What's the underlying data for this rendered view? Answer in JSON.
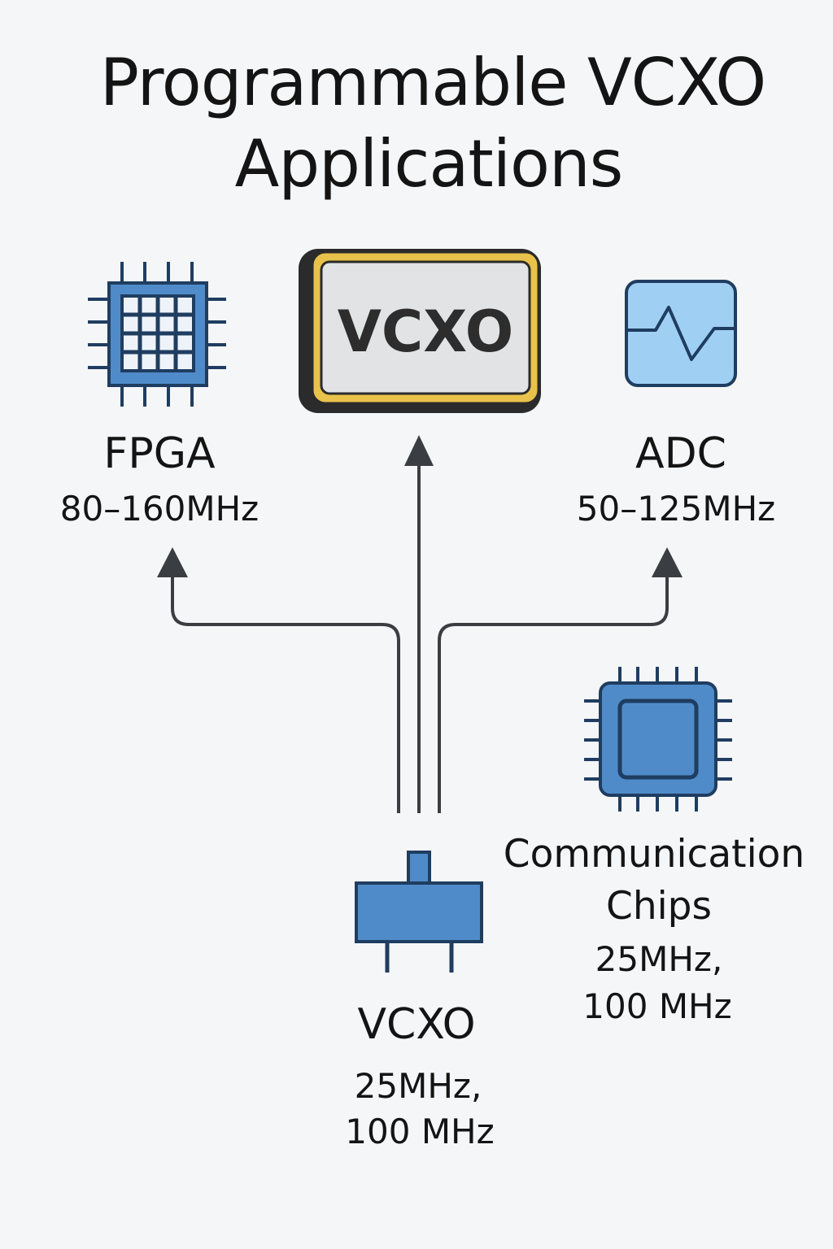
{
  "title": {
    "line1": "Programmable VCXO",
    "line2": "Applications"
  },
  "center_chip": {
    "label": "VCXO"
  },
  "nodes": {
    "fpga": {
      "name": "FPGA",
      "freq": "80–160MHz"
    },
    "adc": {
      "name": "ADC",
      "freq": "50–125MHz"
    },
    "comm": {
      "name_line1": "Communication",
      "name_line2": "Chips",
      "freq_line1": "25MHz,",
      "freq_line2": "100 MHz"
    },
    "vcxo": {
      "name": "VCXO",
      "freq_line1": "25MHz,",
      "freq_line2": "100 MHz"
    }
  },
  "colors": {
    "chip_blue": "#4f8bc9",
    "chip_outline": "#1f3d60",
    "adc_fill": "#9fd0f4",
    "vcxo_border_gold": "#e8c24a",
    "vcxo_body": "#e2e3e4",
    "arrow": "#3a3d42"
  }
}
